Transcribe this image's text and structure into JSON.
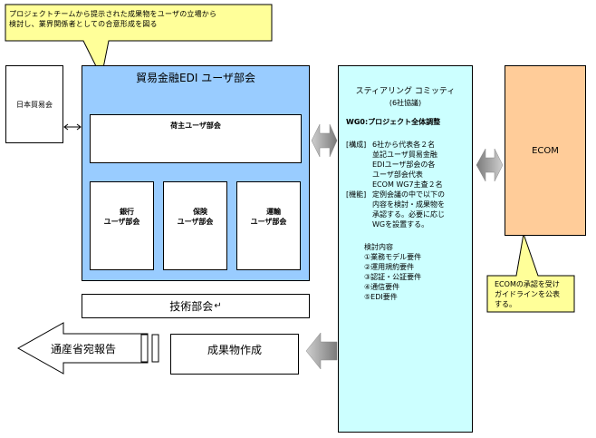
{
  "callout_top": "プロジェクトチームから提示された成果物をユーザの立場から\n検討し、業界関係者としての合意形成を図る",
  "japan_trade_assoc": "日本貿易会",
  "trade_finance_group": {
    "title": "貿易金融EDI ユーザ部会",
    "shipper": "荷主ユーザ部会",
    "bank": "銀行\nユーザ部会",
    "insurance": "保険\nユーザ部会",
    "transport": "運輸\nユーザ部会"
  },
  "tech_committee": "技術部会",
  "tech_committee_mark": "↵",
  "report_arrow": "通産省宛報告",
  "deliverables": "成果物作成",
  "steering": {
    "title": "スティアリング コミッティ",
    "subtitle": "(6社協議)",
    "wg0": "WG0:プロジェクト全体調整",
    "composition_label": "[構成]",
    "composition_lines": [
      "6社から代表各２名",
      "並記ユーザ貿易金融",
      "EDIユーザ部会の各",
      "ユーザ部会代表",
      "ECOM WG7主査２名"
    ],
    "function_label": "[機能]",
    "function_lines": [
      "定例会議の中で以下の",
      "内容を検討・成果物を",
      "承認する。必要に応じ",
      "WGを設置する。"
    ],
    "topics_label": "検討内容",
    "topics": [
      "①業務モデル要件",
      "②運用規約要件",
      "③認証・公証要件",
      "④通信要件",
      "⑤EDI要件"
    ]
  },
  "ecom": "ECOM",
  "callout_ecom": "ECOMの承認を受け\nガイドラインを公表\nする。",
  "colors": {
    "callout": "#FFFF99",
    "group_bg": "#99CCFF",
    "steering_bg": "#CCFFFF",
    "ecom_bg": "#FFCC99"
  }
}
